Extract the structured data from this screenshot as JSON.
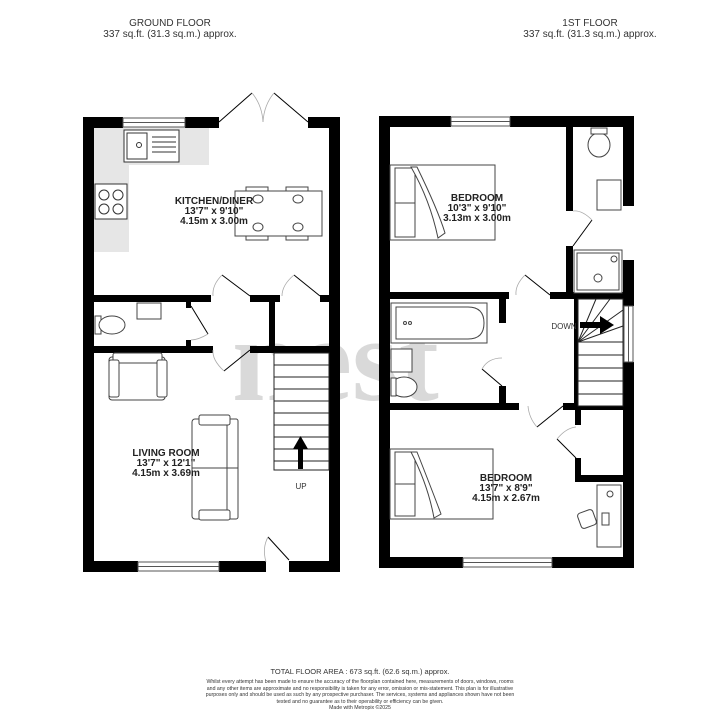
{
  "floors": [
    {
      "name": "GROUND FLOOR",
      "area": "337 sq.ft. (31.3 sq.m.) approx.",
      "rooms": [
        {
          "name": "KITCHEN/DINER",
          "imperial": "13'7\"  x 9'10\"",
          "metric": "4.15m  x 3.00m"
        },
        {
          "name": "LIVING ROOM",
          "imperial": "13'7\"  x 12'1\"",
          "metric": "4.15m  x 3.69m"
        }
      ],
      "stairs_label": "UP"
    },
    {
      "name": "1ST FLOOR",
      "area": "337 sq.ft. (31.3 sq.m.) approx.",
      "rooms": [
        {
          "name": "BEDROOM",
          "imperial": "10'3\"  x 9'10\"",
          "metric": "3.13m  x 3.00m"
        },
        {
          "name": "BEDROOM",
          "imperial": "13'7\"  x 8'9\"",
          "metric": "4.15m  x 2.67m"
        }
      ],
      "stairs_label": "DOWN"
    }
  ],
  "footer": {
    "total": "TOTAL FLOOR AREA : 673 sq.ft. (62.6 sq.m.) approx.",
    "disclaimer": "Whilst every attempt has been made to ensure the accuracy of the floorplan contained here, measurements of doors, windows, rooms and any other items are approximate and no responsibility is taken for any error, omission or mis-statement. This plan is for illustrative purposes only and should be used as such by any prospective purchaser. The services, systems and appliances shown have not been tested and no guarantee as to their operability or efficiency can be given.",
    "made_with": "Made with Metropix ©2025"
  },
  "watermark": "nest",
  "colors": {
    "wall": "#000000",
    "fixture": "#555555",
    "counter": "#e6e6e6",
    "watermark": "#d9d9d9"
  }
}
